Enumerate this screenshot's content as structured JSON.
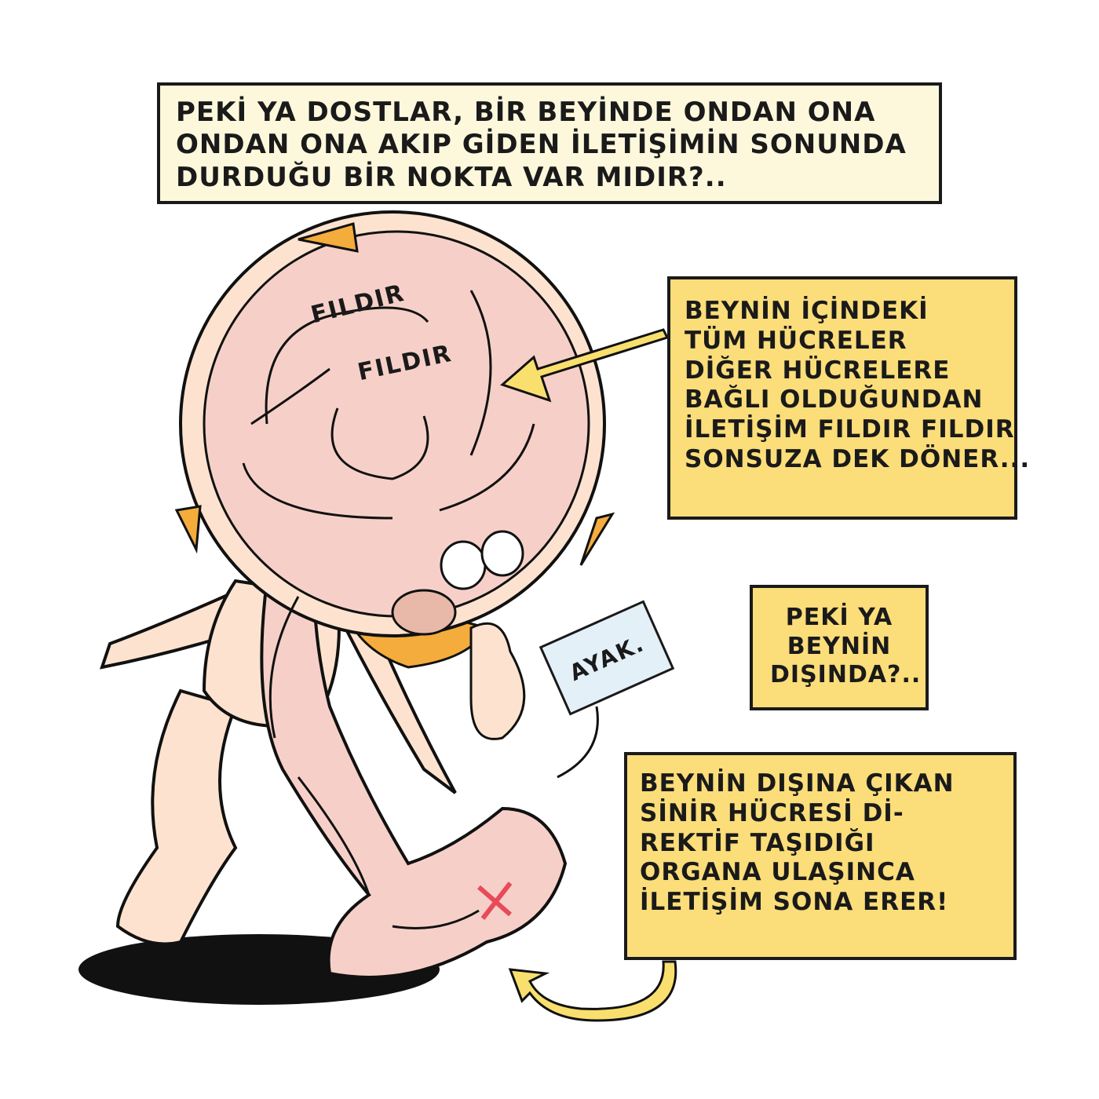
{
  "top_caption": {
    "lines": [
      "PEKİ YA DOSTLAR, BİR BEYİNDE ONDAN ONA",
      "ONDAN ONA AKIP GİDEN İLETİŞİMİN SONUNDA",
      "DURDUĞU BİR NOKTA VAR MIDIR?.."
    ]
  },
  "inside_caption": {
    "lines": [
      "BEYNİN İÇİNDEKİ",
      "TÜM HÜCRELER",
      "DİĞER HÜCRELERE",
      "BAĞLI OLDUĞUNDAN",
      "İLETİŞİM FILDIR FILDIR",
      "SONSUZA DEK DÖNER..."
    ]
  },
  "question_caption": {
    "lines": [
      "PEKİ YA",
      "BEYNİN",
      "DIŞINDA?.."
    ]
  },
  "outside_caption": {
    "lines": [
      "BEYNİN DIŞINA ÇIKAN",
      "SİNİR HÜCRESİ Dİ-",
      "REKTİF TAŞIDIĞI",
      "ORGANA ULAŞINCA",
      "İLETİŞİM SONA ERER!"
    ]
  },
  "brain_labels": [
    "FILDIR",
    "FILDIR"
  ],
  "foot_sign": "AYAK.",
  "colors": {
    "skin": "#fde3cf",
    "brain": "#f6d0c8",
    "caption_yellow": "#fbdd7a",
    "caption_cream": "#fdf8dc",
    "hair": "#f4ac3c",
    "arrow_yellow": "#f9df6e",
    "sign_blue": "#e4f0f8"
  }
}
